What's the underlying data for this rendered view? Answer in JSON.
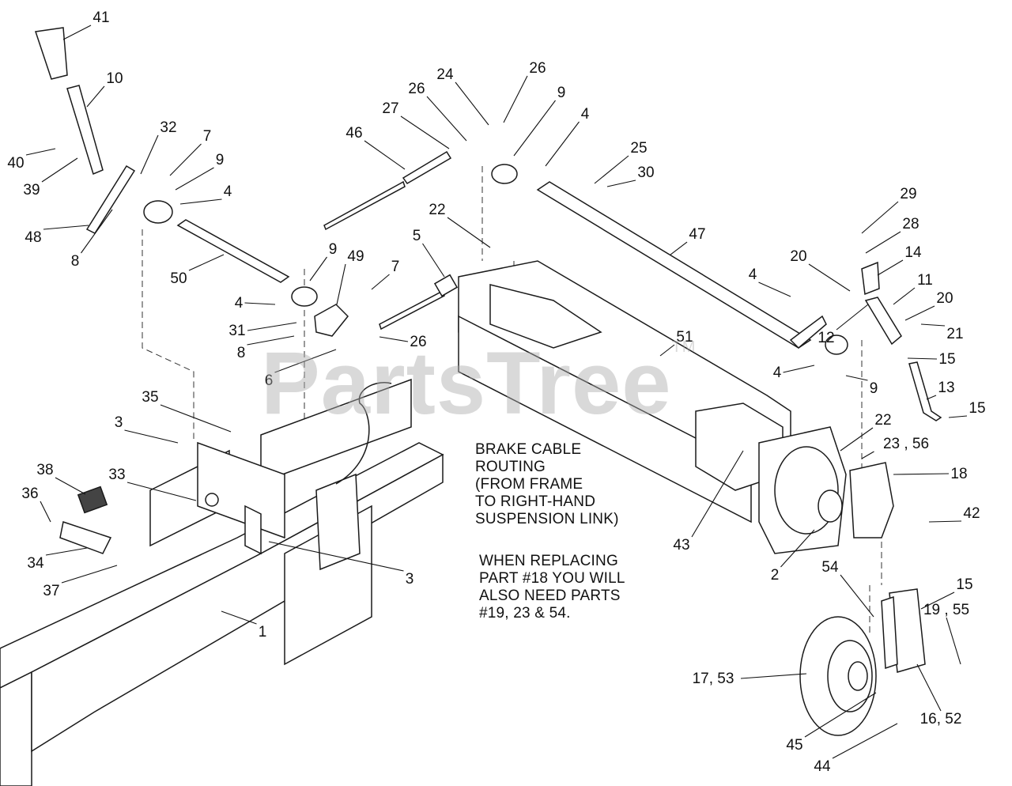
{
  "watermark": {
    "text": "PartsTree",
    "tm": "TM"
  },
  "notes": {
    "brake_cable": [
      "BRAKE CABLE",
      "ROUTING",
      "(FROM FRAME",
      "TO RIGHT-HAND",
      "SUSPENSION LINK)"
    ],
    "replacing": [
      "WHEN REPLACING",
      "PART #18 YOU WILL",
      "ALSO NEED PARTS",
      "#19, 23 & 54."
    ]
  },
  "callouts": [
    {
      "id": "c41",
      "text": "41"
    },
    {
      "id": "c10",
      "text": "10"
    },
    {
      "id": "c32",
      "text": "32"
    },
    {
      "id": "c7a",
      "text": "7"
    },
    {
      "id": "c40",
      "text": "40"
    },
    {
      "id": "c9a",
      "text": "9"
    },
    {
      "id": "c39",
      "text": "39"
    },
    {
      "id": "c4a",
      "text": "4"
    },
    {
      "id": "c48",
      "text": "48"
    },
    {
      "id": "c8a",
      "text": "8"
    },
    {
      "id": "c50",
      "text": "50"
    },
    {
      "id": "c46",
      "text": "46"
    },
    {
      "id": "c27",
      "text": "27"
    },
    {
      "id": "c26a",
      "text": "26"
    },
    {
      "id": "c24",
      "text": "24"
    },
    {
      "id": "c26b",
      "text": "26"
    },
    {
      "id": "c9b",
      "text": "9"
    },
    {
      "id": "c4b",
      "text": "4"
    },
    {
      "id": "c25",
      "text": "25"
    },
    {
      "id": "c30",
      "text": "30"
    },
    {
      "id": "c22a",
      "text": "22"
    },
    {
      "id": "c5",
      "text": "5"
    },
    {
      "id": "c9c",
      "text": "9"
    },
    {
      "id": "c49",
      "text": "49"
    },
    {
      "id": "c7b",
      "text": "7"
    },
    {
      "id": "c4c",
      "text": "4"
    },
    {
      "id": "c31",
      "text": "31"
    },
    {
      "id": "c8b",
      "text": "8"
    },
    {
      "id": "c26c",
      "text": "26"
    },
    {
      "id": "c6",
      "text": "6"
    },
    {
      "id": "c47",
      "text": "47"
    },
    {
      "id": "c29",
      "text": "29"
    },
    {
      "id": "c28",
      "text": "28"
    },
    {
      "id": "c14",
      "text": "14"
    },
    {
      "id": "c20a",
      "text": "20"
    },
    {
      "id": "c4d",
      "text": "4"
    },
    {
      "id": "c11",
      "text": "11"
    },
    {
      "id": "c20b",
      "text": "20"
    },
    {
      "id": "c12",
      "text": "12"
    },
    {
      "id": "c21",
      "text": "21"
    },
    {
      "id": "c51",
      "text": "51"
    },
    {
      "id": "c15a",
      "text": "15"
    },
    {
      "id": "c4e",
      "text": "4"
    },
    {
      "id": "c9d",
      "text": "9"
    },
    {
      "id": "c13",
      "text": "13"
    },
    {
      "id": "c15b",
      "text": "15"
    },
    {
      "id": "c35",
      "text": "35"
    },
    {
      "id": "c3a",
      "text": "3"
    },
    {
      "id": "c33",
      "text": "33"
    },
    {
      "id": "c38",
      "text": "38"
    },
    {
      "id": "c36",
      "text": "36"
    },
    {
      "id": "c34",
      "text": "34"
    },
    {
      "id": "c37",
      "text": "37"
    },
    {
      "id": "c3b",
      "text": "3"
    },
    {
      "id": "c1",
      "text": "1"
    },
    {
      "id": "c22b",
      "text": "22"
    },
    {
      "id": "c23_56",
      "text": "23 , 56"
    },
    {
      "id": "c18",
      "text": "18"
    },
    {
      "id": "c42",
      "text": "42"
    },
    {
      "id": "c43",
      "text": "43"
    },
    {
      "id": "c2",
      "text": "2"
    },
    {
      "id": "c54",
      "text": "54"
    },
    {
      "id": "c15c",
      "text": "15"
    },
    {
      "id": "c19_55",
      "text": "19 , 55"
    },
    {
      "id": "c17_53",
      "text": "17, 53"
    },
    {
      "id": "c16_52",
      "text": "16, 52"
    },
    {
      "id": "c45",
      "text": "45"
    },
    {
      "id": "c44",
      "text": "44"
    }
  ]
}
